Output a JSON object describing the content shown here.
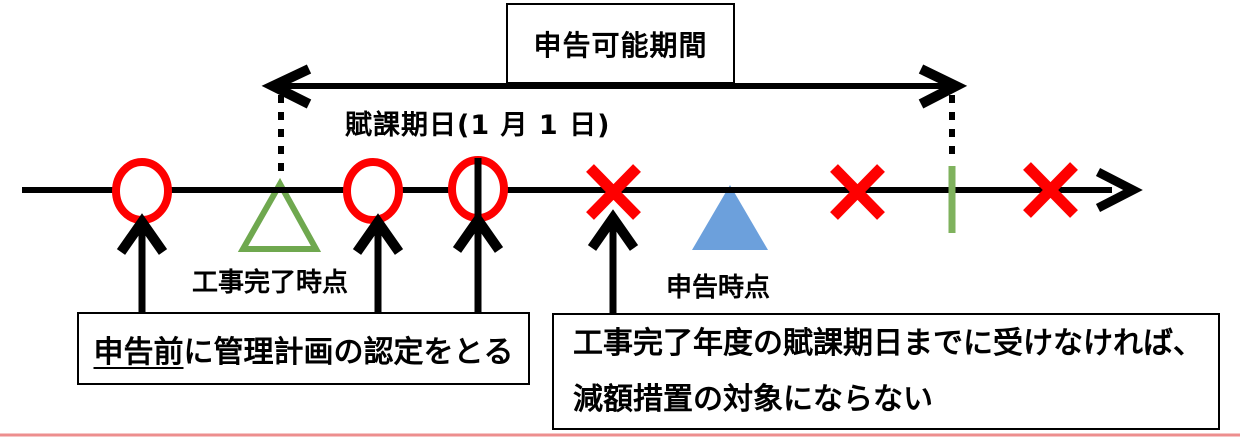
{
  "title_box": {
    "label": "申告可能期間"
  },
  "labels": {
    "assessment_date": "賦課期日(1 月 1 日)",
    "construction_complete": "工事完了時点",
    "declaration_point": "申告時点"
  },
  "left_note": {
    "underlined": "申告前",
    "rest": "に管理計画の認定をとる"
  },
  "right_note": {
    "line1": "工事完了年度の賦課期日までに受けなければ、",
    "line2": "減額措置の対象にならない"
  },
  "markers_sequence": [
    "red-circle",
    "green-outline-triangle",
    "red-circle",
    "red-circle-with-arrow",
    "red-x",
    "blue-filled-triangle",
    "red-x",
    "green-tick",
    "red-x"
  ],
  "colors": {
    "marker_red": "#fe0000",
    "triangle_green": "#6fa84f",
    "tick_green": "#7fb25d",
    "triangle_blue": "#6ca0dc",
    "line_black": "#000000",
    "bottom_rule_pink": "#ed8e8e"
  }
}
